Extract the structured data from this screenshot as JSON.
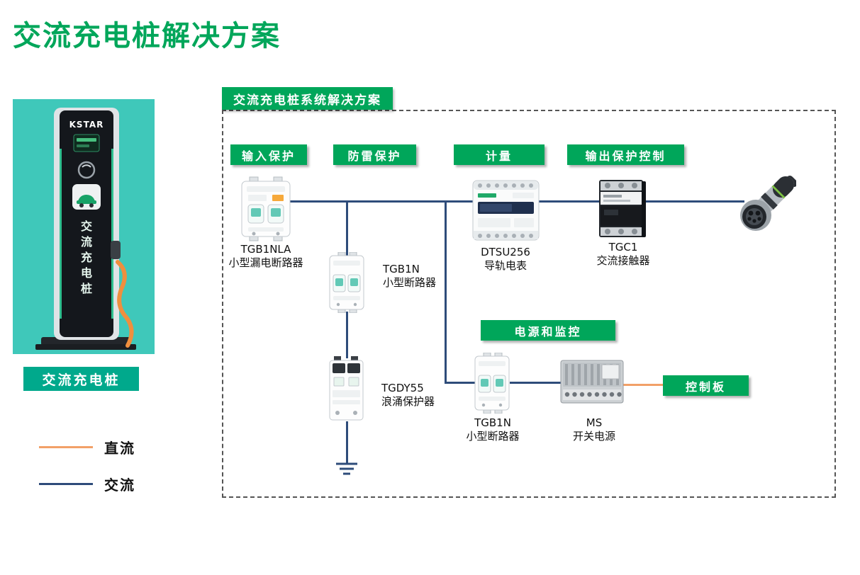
{
  "title": "交流充电桩解决方案",
  "product": {
    "brand": "KSTAR",
    "label": "交流充电桩",
    "pillar_chars": [
      "交",
      "流",
      "充",
      "电",
      "桩"
    ]
  },
  "legend": [
    {
      "id": "dc",
      "label": "直流",
      "color": "#F2A068"
    },
    {
      "id": "ac",
      "label": "交流",
      "color": "#2E4C7A"
    }
  ],
  "diagram": {
    "header": "交流充电桩系统解决方案",
    "stages": {
      "input_protection": "输入保护",
      "lightning_protection": "防雷保护",
      "metering": "计量",
      "output_protection": "输出保护控制",
      "power_and_monitoring": "电源和监控",
      "control_board": "控制板"
    },
    "components": {
      "rcbo": {
        "model": "TGB1NLA",
        "name": "小型漏电断路器"
      },
      "mcb1": {
        "model": "TGB1N",
        "name": "小型断路器"
      },
      "spd": {
        "model": "TGDY55",
        "name": "浪涌保护器"
      },
      "meter": {
        "model": "DTSU256",
        "name": "导轨电表"
      },
      "contactor": {
        "model": "TGC1",
        "name": "交流接触器"
      },
      "mcb2": {
        "model": "TGB1N",
        "name": "小型断路器"
      },
      "psu": {
        "model": "MS",
        "name": "开关电源"
      }
    },
    "colors": {
      "green": "#00A65A",
      "teal_label": "#00A98C",
      "photo_background": "#3FC8BA",
      "ac_line": "#2E4C7A",
      "dc_line": "#F2A068"
    }
  }
}
